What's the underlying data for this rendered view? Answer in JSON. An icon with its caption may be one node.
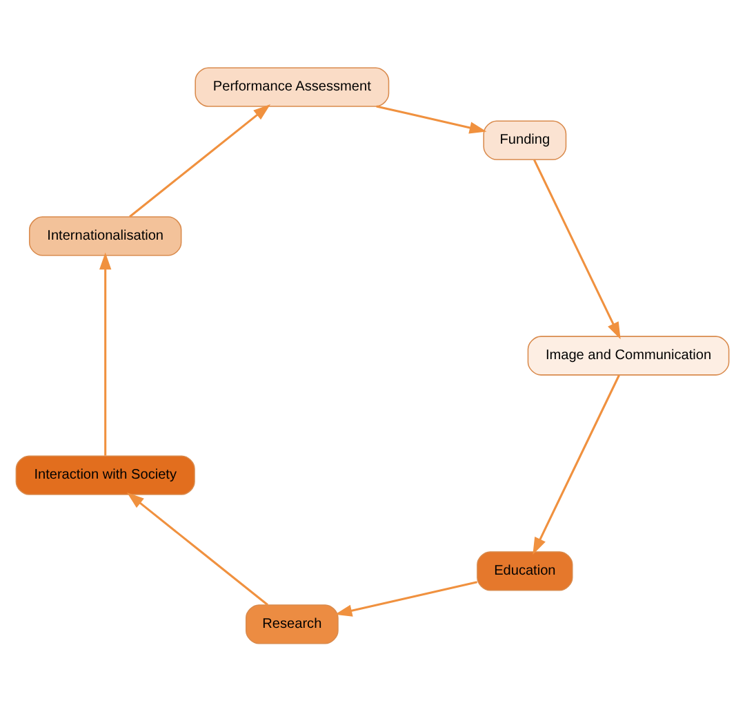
{
  "diagram": {
    "nodes": [
      {
        "text": [
          "Education"
        ]
      },
      {
        "text": [
          "Research"
        ]
      },
      {
        "text": [
          "Interaction with Society"
        ]
      },
      {
        "text": [
          "Internationalisation"
        ]
      },
      {
        "text": [
          "Performance Assessment"
        ]
      },
      {
        "text": [
          "Funding"
        ]
      },
      {
        "text": [
          "Image and Communication"
        ]
      }
    ],
    "edges": [
      {
        "from": 0,
        "to": 1,
        "arrow": "to"
      },
      {
        "from": 1,
        "to": 2,
        "arrow": "to"
      },
      {
        "from": 2,
        "to": 3,
        "arrow": "to"
      },
      {
        "from": 3,
        "to": 4,
        "arrow": "to"
      },
      {
        "from": 4,
        "to": 5,
        "arrow": "to"
      },
      {
        "from": 5,
        "to": 6,
        "arrow": "to"
      },
      {
        "from": 6,
        "to": 0,
        "arrow": "to"
      }
    ]
  }
}
